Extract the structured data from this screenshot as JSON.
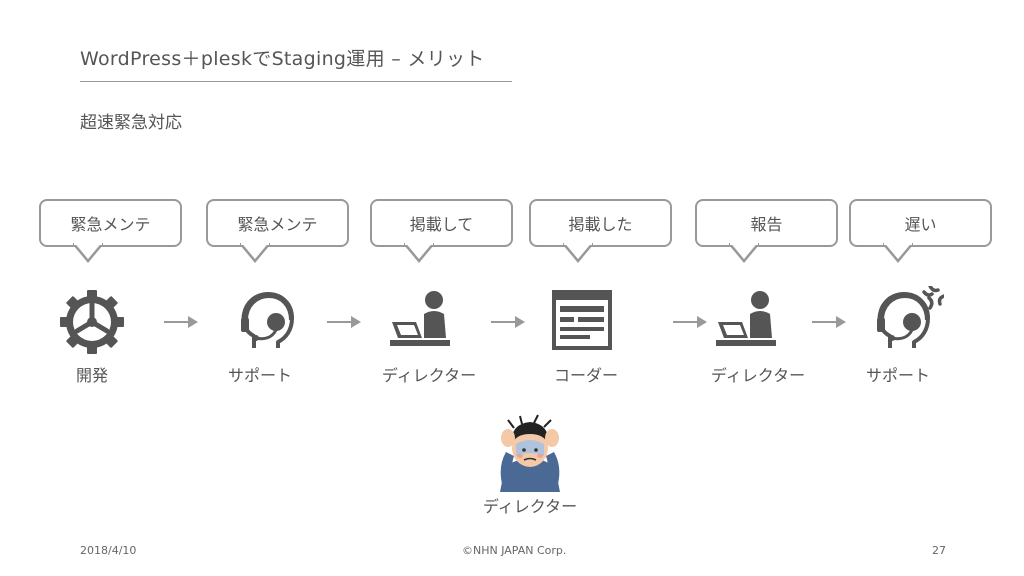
{
  "slide": {
    "title": "WordPress＋pleskでStaging運用 – メリット",
    "subtitle": "超速緊急対応"
  },
  "flow": [
    {
      "bubble": "緊急メンテ",
      "label": "開発",
      "icon": "gear-icon"
    },
    {
      "bubble": "緊急メンテ",
      "label": "サポート",
      "icon": "headset-support-icon"
    },
    {
      "bubble": "掲載して",
      "label": "ディレクター",
      "icon": "person-at-laptop-icon"
    },
    {
      "bubble": "掲載した",
      "label": "コーダー",
      "icon": "web-page-icon"
    },
    {
      "bubble": "報告",
      "label": "ディレクター",
      "icon": "person-at-laptop-icon"
    },
    {
      "bubble": "遅い",
      "label": "サポート",
      "icon": "angry-headset-support-icon"
    }
  ],
  "bottom": {
    "label": "ディレクター",
    "icon": "troubled-director-illustration"
  },
  "footer": {
    "date": "2018/4/10",
    "copyright": "©NHN JAPAN Corp.",
    "page": "27"
  },
  "colors": {
    "icon": "#555555",
    "bubble_border": "#999999",
    "text": "#555555"
  }
}
